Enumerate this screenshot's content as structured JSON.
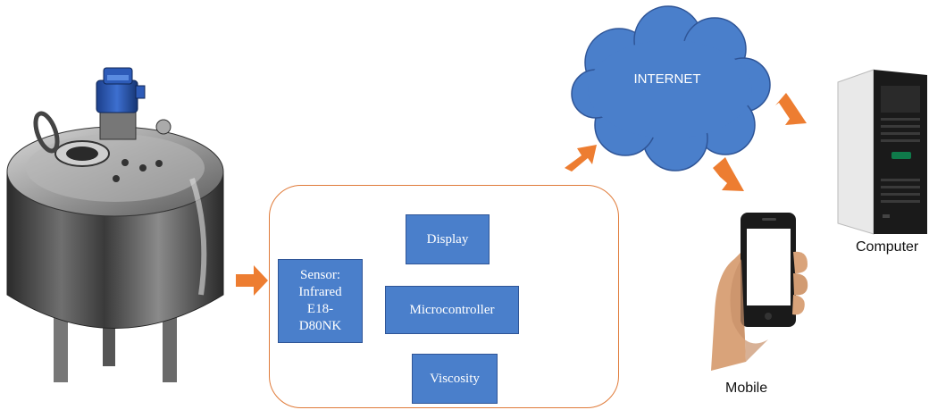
{
  "diagram": {
    "panel": {
      "sensor_lines": [
        "Sensor:",
        "Infrared",
        "E18-",
        "D80NK"
      ],
      "display_label": "Display",
      "microcontroller_label": "Microcontroller",
      "viscosity_label": "Viscosity"
    },
    "cloud_label": "INTERNET",
    "computer_label": "Computer",
    "mobile_label": "Mobile",
    "colors": {
      "box_fill": "#4a7fcb",
      "arrow": "#ed7d31",
      "panel_border": "#e07b39",
      "cloud_fill": "#4a7fcb"
    },
    "icons": [
      "mixing-tank-icon",
      "cloud-icon",
      "server-tower-icon",
      "smartphone-hand-icon"
    ]
  }
}
